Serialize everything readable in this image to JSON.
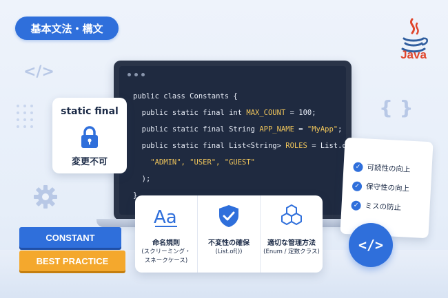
{
  "tag": "基本文法・構文",
  "java": {
    "label": "Java"
  },
  "static_card": {
    "title": "static final",
    "label": "変更不可"
  },
  "code_lines": [
    {
      "text": "public class Constants {"
    },
    {
      "kw": "  public static final int ",
      "id": "MAX_COUNT",
      "rest": " = 100;"
    },
    {
      "kw": "  public static final String ",
      "id": "APP_NAME",
      "rest": " = ",
      "str": "\"MyApp\"",
      "end": ";"
    },
    {
      "kw": "  public static final List<String> ",
      "id": "ROLES",
      "rest": " = List.of("
    },
    {
      "str": "    \"ADMIN\", \"USER\", \"GUEST\""
    },
    {
      "text": "  );"
    },
    {
      "text": "}"
    }
  ],
  "features": [
    {
      "icon": "font-aa-icon",
      "title": "命名規則",
      "sub1": "(スクリーミング・",
      "sub2": "スネークケース)"
    },
    {
      "icon": "shield-check-icon",
      "title": "不変性の確保",
      "sub1": "(List.of())",
      "sub2": ""
    },
    {
      "icon": "cubes-icon",
      "title": "適切な管理方法",
      "sub1": "(Enum / 定数クラス)",
      "sub2": ""
    }
  ],
  "checklist": [
    "可読性の向上",
    "保守性の向上",
    "ミスの防止"
  ],
  "books": [
    "CONSTANT",
    "BEST PRACTICE"
  ],
  "colors": {
    "primary": "#2f6fdb",
    "accent": "#f4a82d",
    "java_red": "#e0462c"
  }
}
